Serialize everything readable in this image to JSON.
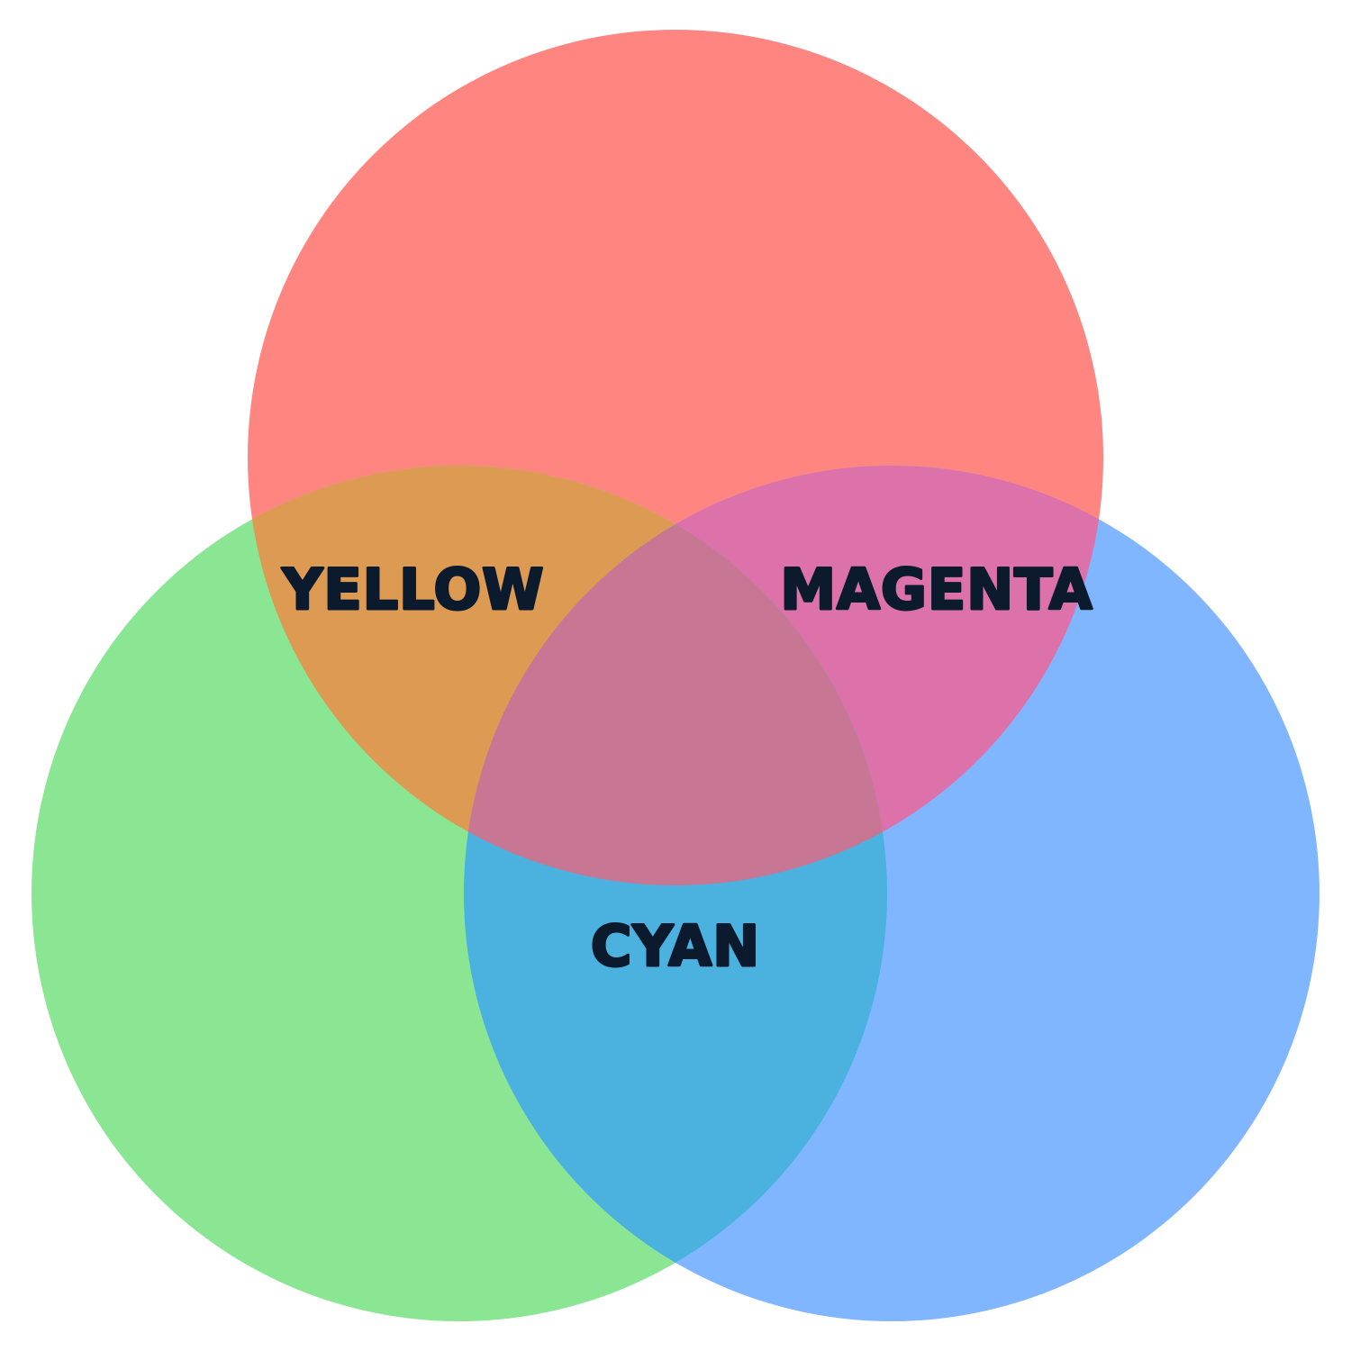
{
  "diagram": {
    "type": "venn",
    "circles": [
      {
        "id": "red",
        "color": "#ff8580"
      },
      {
        "id": "green",
        "color": "#8be694"
      },
      {
        "id": "blue",
        "color": "#80b6ff"
      }
    ],
    "overlaps": {
      "red_green": {
        "color": "#dd9a52"
      },
      "red_blue": {
        "color": "#dc72a9"
      },
      "green_blue": {
        "color": "#4bb1df"
      },
      "all": {
        "color": "#c77794"
      }
    },
    "labels": {
      "yellow": "YELLOW",
      "magenta": "MAGENTA",
      "cyan": "CYAN"
    },
    "label_color": "#0b1a2d"
  }
}
